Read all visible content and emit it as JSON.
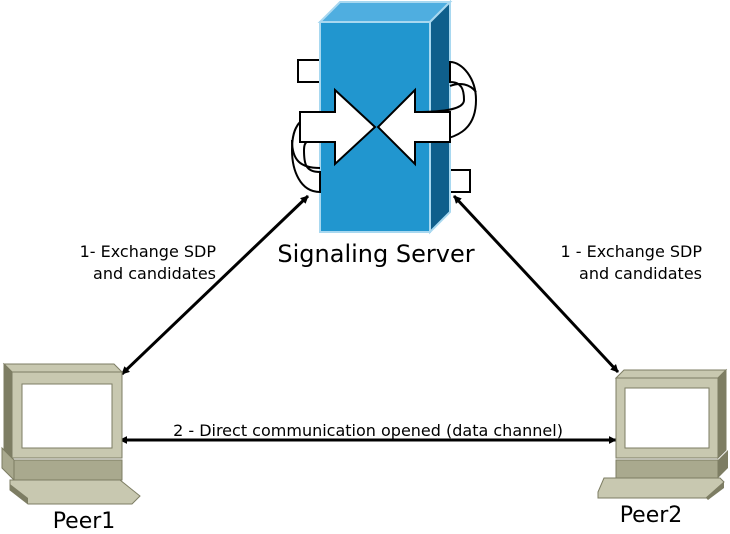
{
  "server": {
    "label": "Signaling Server",
    "colors": {
      "front": "#2196cf",
      "top": "#4faee0",
      "side": "#0f5f8c",
      "edge": "#a8d8f0"
    }
  },
  "peers": [
    {
      "label": "Peer1"
    },
    {
      "label": "Peer2"
    }
  ],
  "edges": {
    "left_label": [
      "1- Exchange SDP",
      "and candidates"
    ],
    "right_label": [
      "1 - Exchange SDP",
      "and candidates"
    ],
    "direct_label": "2 - Direct communication opened (data channel)"
  },
  "icons": {
    "server": "router-switch-icon",
    "peer": "desktop-computer-icon"
  },
  "computer_colors": {
    "light": "#c8c8b0",
    "mid": "#a9a98e",
    "dark": "#7d7d63",
    "screen": "#ffffff"
  }
}
